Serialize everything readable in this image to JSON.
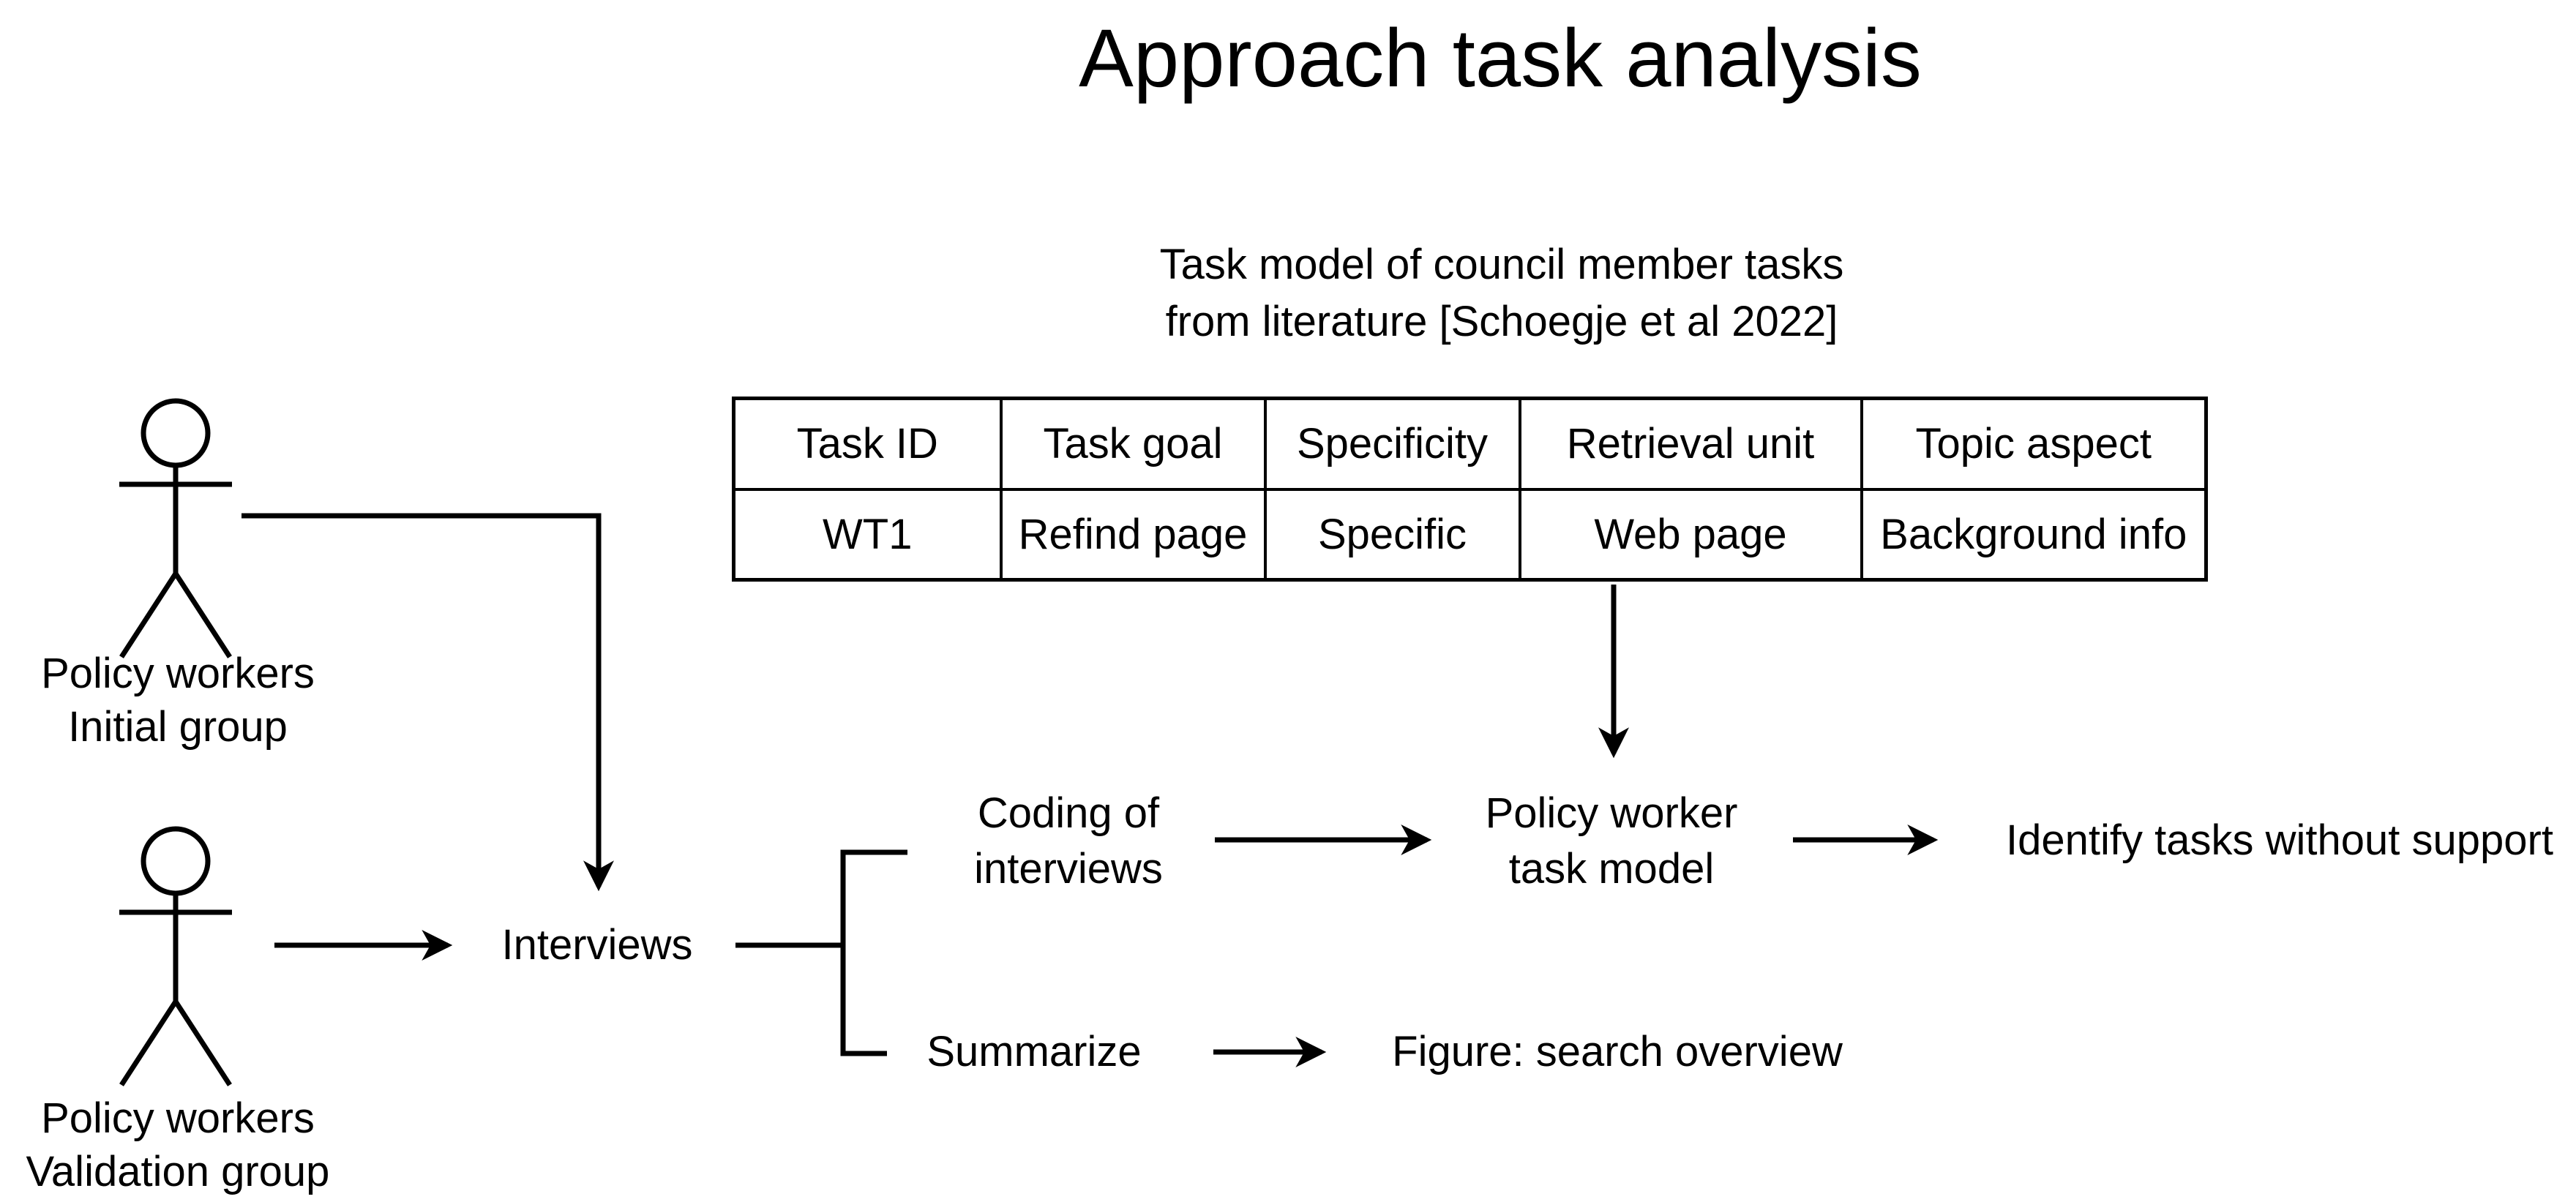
{
  "page": {
    "background_color": "#ffffff",
    "line_color": "#000000",
    "text_color": "#000000"
  },
  "title": "Approach task analysis",
  "table": {
    "caption_line1": "Task model of council member tasks",
    "caption_line2": "from literature [Schoegje et al 2022]",
    "headers": [
      "Task ID",
      "Task goal",
      "Specificity",
      "Retrieval unit",
      "Topic aspect"
    ],
    "row": [
      "WT1",
      "Refind page",
      "Specific",
      "Web page",
      "Background info"
    ]
  },
  "actors": {
    "initial": {
      "icon": "person-stick-figure-icon",
      "label_line1": "Policy workers",
      "label_line2": "Initial group"
    },
    "validation": {
      "icon": "person-stick-figure-icon",
      "label_line1": "Policy workers",
      "label_line2": "Validation group"
    }
  },
  "flow": {
    "interviews": "Interviews",
    "coding_line1": "Coding of",
    "coding_line2": "interviews",
    "task_model_line1": "Policy worker",
    "task_model_line2": "task model",
    "identify": "Identify tasks without support",
    "summarize": "Summarize",
    "figure": "Figure: search overview"
  }
}
